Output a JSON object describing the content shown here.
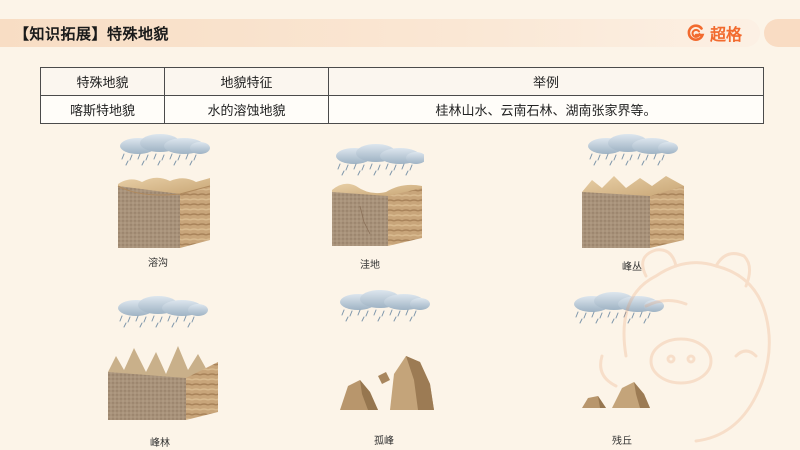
{
  "header": {
    "title": "【知识拓展】特殊地貌",
    "logo_text": "超格",
    "accent": "#f26a2e"
  },
  "table": {
    "headers": [
      "特殊地貌",
      "地貌特征",
      "举例"
    ],
    "rows": [
      [
        "喀斯特地貌",
        "水的溶蚀地貌",
        "桂林山水、云南石林、湖南张家界等。"
      ]
    ]
  },
  "figures": [
    {
      "caption": "溶沟"
    },
    {
      "caption": "洼地"
    },
    {
      "caption": "峰丛"
    },
    {
      "caption": "峰林"
    },
    {
      "caption": "孤峰"
    },
    {
      "caption": "残丘"
    }
  ],
  "icons": [
    "rain-cloud-icon",
    "logo-icon",
    "mascot-icon"
  ]
}
